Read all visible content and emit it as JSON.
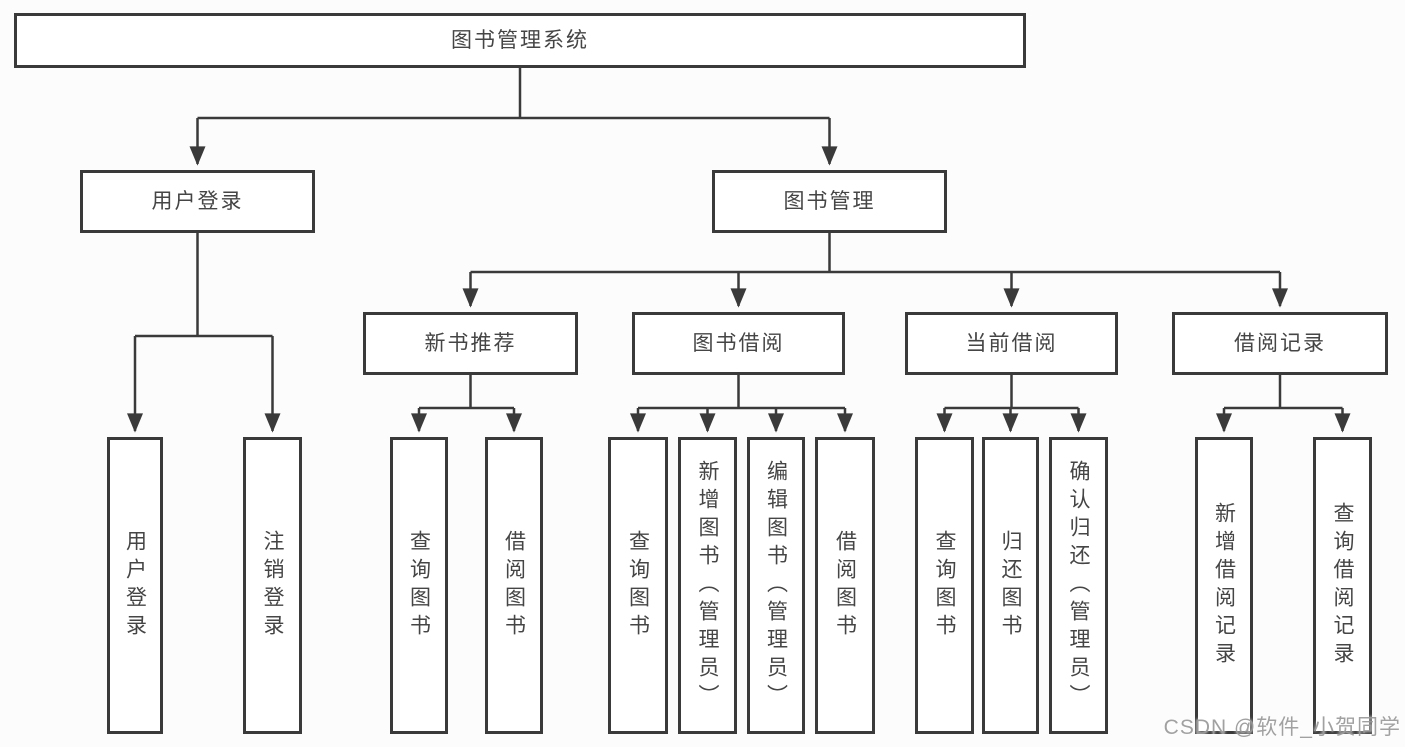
{
  "colors": {
    "background": "#fcfcfc",
    "box_fill": "#ffffff",
    "box_border": "#3a3a3a",
    "line": "#3a3a3a",
    "text": "#454545",
    "watermark": "#999999"
  },
  "tree": {
    "label": "图书管理系统",
    "children": [
      {
        "label": "用户登录",
        "children": [
          {
            "label": "用户登录"
          },
          {
            "label": "注销登录"
          }
        ]
      },
      {
        "label": "图书管理",
        "children": [
          {
            "label": "新书推荐",
            "children": [
              {
                "label": "查询图书"
              },
              {
                "label": "借阅图书"
              }
            ]
          },
          {
            "label": "图书借阅",
            "children": [
              {
                "label": "查询图书"
              },
              {
                "label": "新增图书（管理员）"
              },
              {
                "label": "编辑图书（管理员）"
              },
              {
                "label": "借阅图书"
              }
            ]
          },
          {
            "label": "当前借阅",
            "children": [
              {
                "label": "查询图书"
              },
              {
                "label": "归还图书"
              },
              {
                "label": "确认归还（管理员）"
              }
            ]
          },
          {
            "label": "借阅记录",
            "children": [
              {
                "label": "新增借阅记录"
              },
              {
                "label": "查询借阅记录"
              }
            ]
          }
        ]
      }
    ]
  },
  "watermark": {
    "text": "CSDN @软件_小贺同学"
  }
}
